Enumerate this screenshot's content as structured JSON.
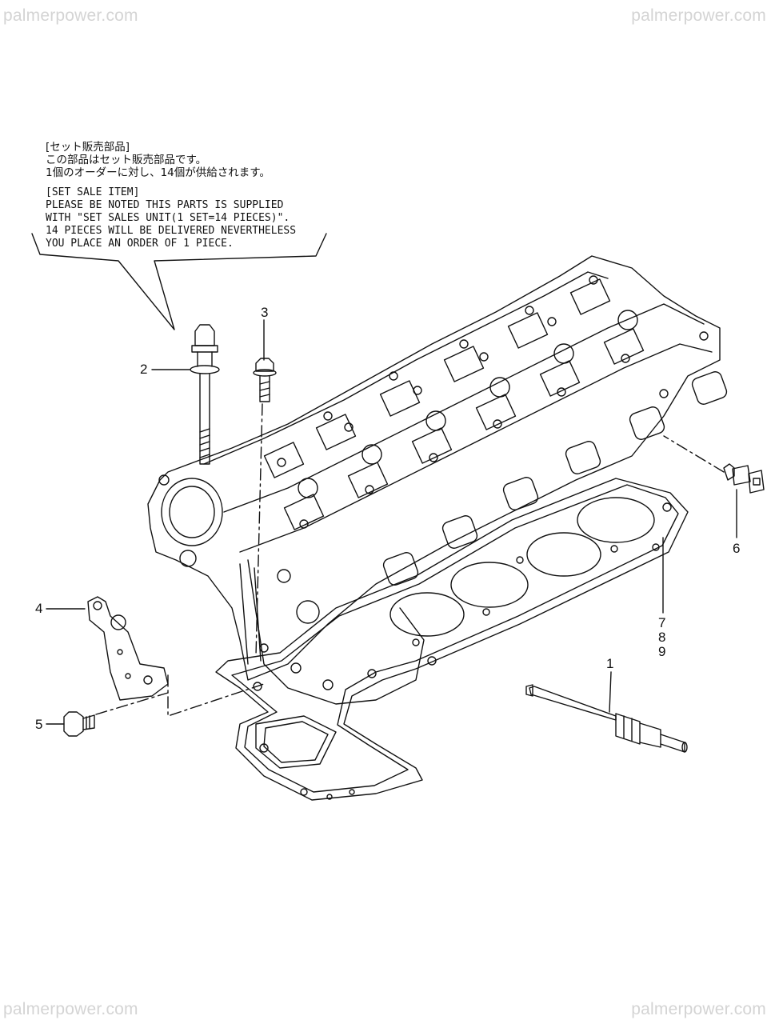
{
  "watermark": {
    "text": "palmerpower.com"
  },
  "note": {
    "jp": [
      "[セット販売部品]",
      "この部品はセット販売部品です。",
      "1個のオーダーに対し、14個が供給されます。"
    ],
    "en": [
      "[SET SALE ITEM]",
      "PLEASE BE NOTED THIS PARTS IS SUPPLIED",
      "WITH \"SET SALES UNIT(1 SET=14 PIECES)\".",
      "14 PIECES WILL BE DELIVERED NEVERTHELESS",
      "YOU PLACE AN ORDER OF 1 PIECE."
    ]
  },
  "callouts": {
    "c1": "1",
    "c2": "2",
    "c3": "3",
    "c4": "4",
    "c5": "5",
    "c6": "6",
    "c7": "7",
    "c8": "8",
    "c9": "9"
  }
}
